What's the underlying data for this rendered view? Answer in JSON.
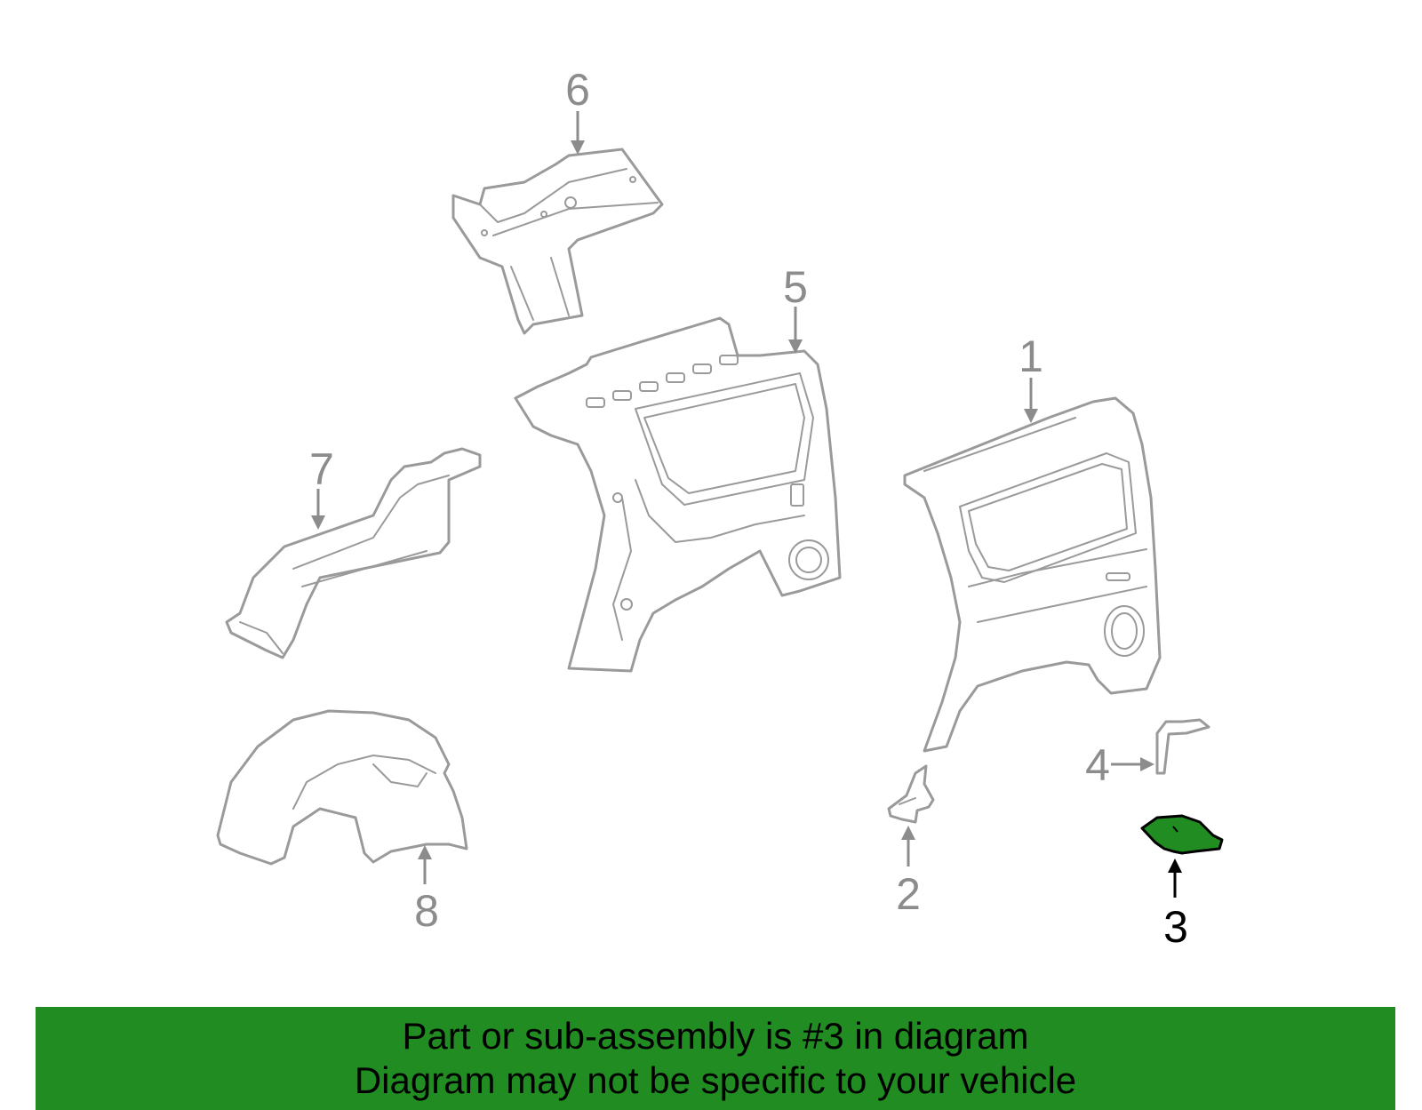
{
  "diagram": {
    "highlight_color": "#218c21",
    "part_stroke_color": "#9a9a9a",
    "callouts": [
      {
        "id": "1",
        "label": "1",
        "active": false
      },
      {
        "id": "2",
        "label": "2",
        "active": false
      },
      {
        "id": "3",
        "label": "3",
        "active": true
      },
      {
        "id": "4",
        "label": "4",
        "active": false
      },
      {
        "id": "5",
        "label": "5",
        "active": false
      },
      {
        "id": "6",
        "label": "6",
        "active": false
      },
      {
        "id": "7",
        "label": "7",
        "active": false
      },
      {
        "id": "8",
        "label": "8",
        "active": false
      }
    ]
  },
  "banner": {
    "line1": "Part or sub-assembly is #3 in diagram",
    "line2": "Diagram may not be specific to your vehicle",
    "background": "#218c21"
  }
}
